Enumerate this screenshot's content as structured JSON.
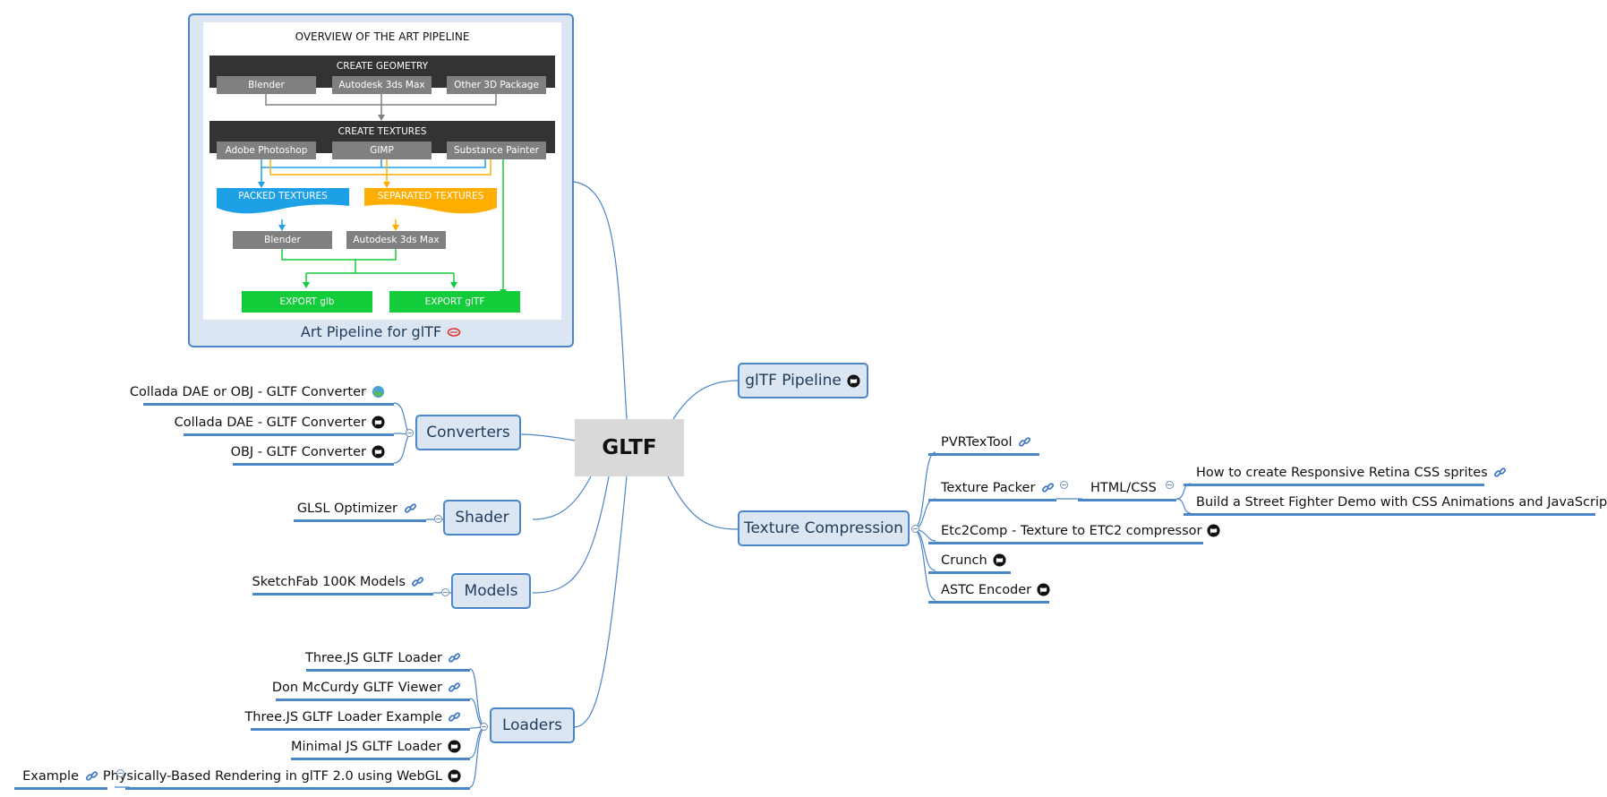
{
  "root": {
    "label": "GLTF"
  },
  "art_pipeline": {
    "caption": "Art Pipeline for glTF",
    "caption_icon": "cloud-link-icon",
    "title": "OVERVIEW OF THE ART PIPELINE",
    "geometry_header": "CREATE GEOMETRY",
    "geometry_tools": [
      "Blender",
      "Autodesk 3ds Max",
      "Other 3D Package"
    ],
    "textures_header": "CREATE TEXTURES",
    "texture_tools": [
      "Adobe Photoshop",
      "GIMP",
      "Substance Painter"
    ],
    "packed": "PACKED TEXTURES",
    "separated": "SEPARATED TEXTURES",
    "packed_tool": "Blender",
    "separated_tool": "Autodesk 3ds Max",
    "export_glb": "EXPORT glb",
    "export_gltf": "EXPORT glTF",
    "colors": {
      "packed": "#1ea0e6",
      "separated": "#ffae00",
      "export": "#12cc3a",
      "gray": "#808080"
    }
  },
  "gltf_pipeline": {
    "label": "glTF Pipeline",
    "icon": "github-icon"
  },
  "texture_compression": {
    "label": "Texture Compression",
    "items": [
      {
        "label": "PVRTexTool",
        "icon": "link-icon"
      },
      {
        "label": "Texture Packer",
        "icon": "link-icon"
      },
      {
        "label": "Etc2Comp - Texture to ETC2 compressor",
        "icon": "github-icon"
      },
      {
        "label": "Crunch",
        "icon": "github-icon"
      },
      {
        "label": "ASTC Encoder",
        "icon": "github-icon"
      }
    ],
    "html_css": {
      "label": "HTML/CSS",
      "items": [
        {
          "label": "How to create Responsive Retina CSS sprites",
          "icon": "link-icon"
        },
        {
          "label": "Build a Street Fighter Demo with CSS Animations and JavaScript",
          "icon": "link-icon"
        }
      ]
    }
  },
  "converters": {
    "label": "Converters",
    "items": [
      {
        "label": "Collada DAE or OBJ - GLTF Converter",
        "icon": "globe-icon"
      },
      {
        "label": "Collada DAE - GLTF Converter",
        "icon": "github-icon"
      },
      {
        "label": "OBJ - GLTF Converter",
        "icon": "github-icon"
      }
    ]
  },
  "shader": {
    "label": "Shader",
    "items": [
      {
        "label": "GLSL Optimizer",
        "icon": "link-icon"
      }
    ]
  },
  "models": {
    "label": "Models",
    "items": [
      {
        "label": "SketchFab 100K Models",
        "icon": "link-icon"
      }
    ]
  },
  "loaders": {
    "label": "Loaders",
    "items": [
      {
        "label": "Three.JS GLTF Loader",
        "icon": "link-icon"
      },
      {
        "label": "Don McCurdy GLTF Viewer",
        "icon": "link-icon"
      },
      {
        "label": "Three.JS GLTF Loader Example",
        "icon": "link-icon"
      },
      {
        "label": "Minimal JS GLTF Loader",
        "icon": "github-icon"
      },
      {
        "label": "Physically-Based Rendering in glTF 2.0 using WebGL",
        "icon": "github-icon"
      }
    ],
    "pbr_child": {
      "label": "Example",
      "icon": "link-icon"
    }
  },
  "colors": {
    "branch": "#4a86c8",
    "node_fill": "#dce6f3",
    "root_fill": "#d9d9d9"
  }
}
